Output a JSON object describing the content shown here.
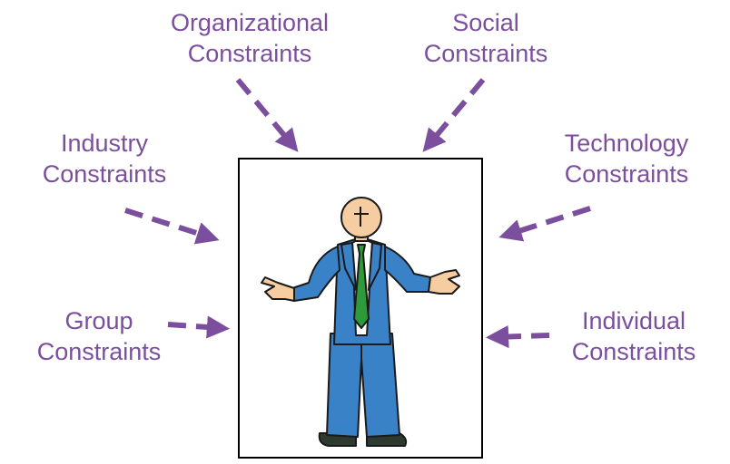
{
  "labels": {
    "organizational": [
      "Organizational",
      "Constraints"
    ],
    "social": [
      "Social",
      "Constraints"
    ],
    "industry": [
      "Industry",
      "Constraints"
    ],
    "technology": [
      "Technology",
      "Constraints"
    ],
    "group": [
      "Group",
      "Constraints"
    ],
    "individual": [
      "Individual",
      "Constraints"
    ]
  },
  "colors": {
    "accent": "#7b4f9e",
    "suit": "#3a82c8",
    "tie": "#2e9a3a",
    "skin": "#f6cda0",
    "frame": "#000000"
  },
  "figure": {
    "description_icon": "shrugging-businessman-icon"
  }
}
